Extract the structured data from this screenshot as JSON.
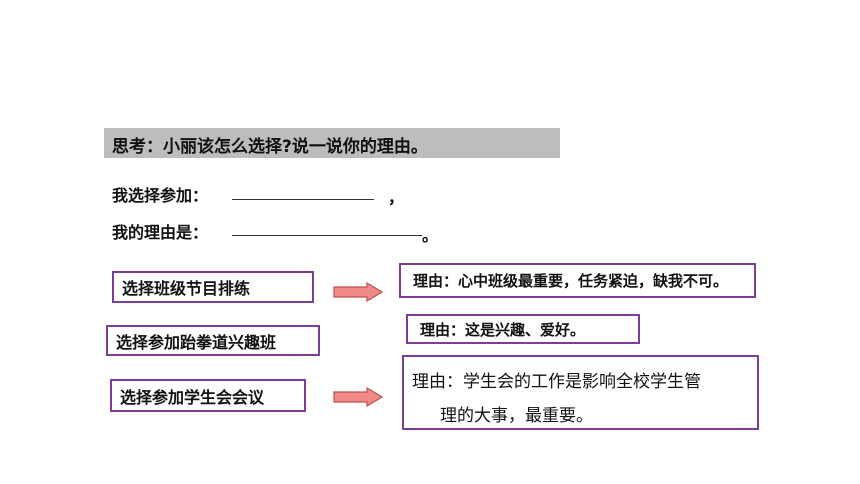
{
  "banner": {
    "text": "思考：小丽该怎么选择?说一说你的理由。"
  },
  "prompt_lines": {
    "choice_label": "我选择参加：",
    "choice_end": "，",
    "reason_label": "我的理由是：",
    "reason_end": "。"
  },
  "choices": [
    {
      "label": "选择班级节目排练",
      "reason": "理由：心中班级最重要，任务紧迫，缺我不可。",
      "has_arrow": true
    },
    {
      "label": "选择参加跆拳道兴趣班",
      "reason": "理由：这是兴趣、爱好。",
      "has_arrow": false
    },
    {
      "label": "选择参加学生会会议",
      "reason_line1": "理由：学生会的工作是影响全校学生管",
      "reason_line2": "理的大事，最重要。",
      "has_arrow": true
    }
  ],
  "colors": {
    "banner_bg": "#bdbdbd",
    "box_border": "#7b3f98",
    "arrow_fill": "#f08a8a",
    "arrow_stroke": "#c0504d"
  }
}
